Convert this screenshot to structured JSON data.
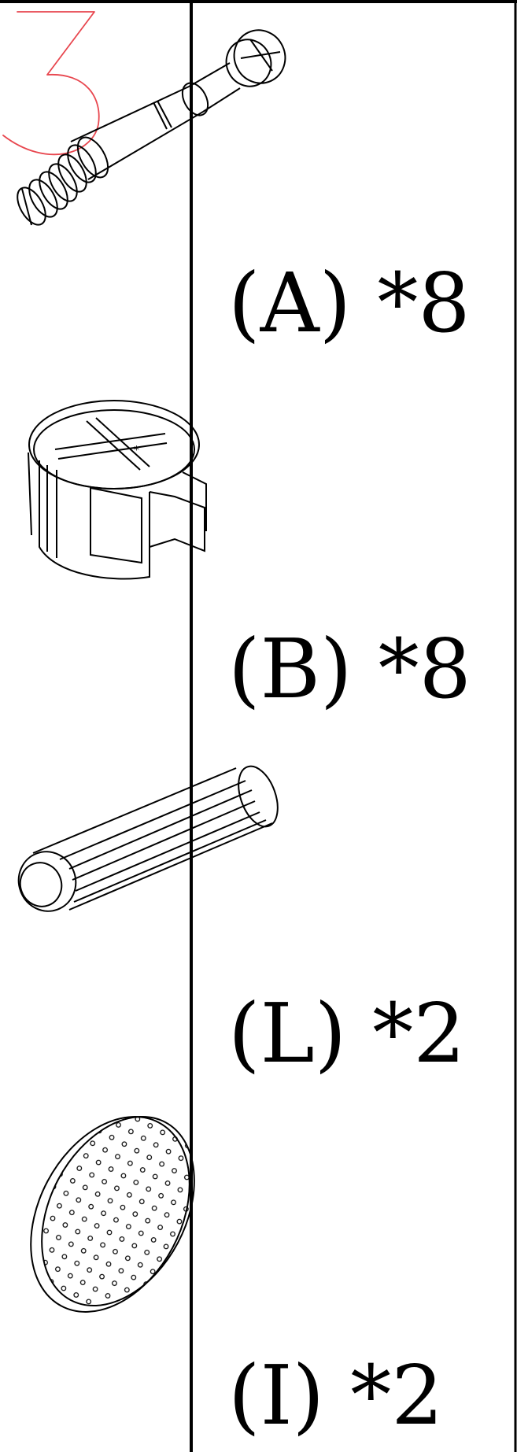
{
  "step": {
    "number": "3",
    "color": "#e8464e"
  },
  "border_color": "#000000",
  "parts": [
    {
      "id": "A",
      "label": "(A) *8",
      "icon": "cam-bolt-icon"
    },
    {
      "id": "B",
      "label": "(B) *8",
      "icon": "cam-lock-nut-icon"
    },
    {
      "id": "L",
      "label": "(L) *2",
      "icon": "wooden-dowel-icon"
    },
    {
      "id": "I",
      "label": "(I) *2",
      "icon": "cover-cap-icon"
    }
  ]
}
